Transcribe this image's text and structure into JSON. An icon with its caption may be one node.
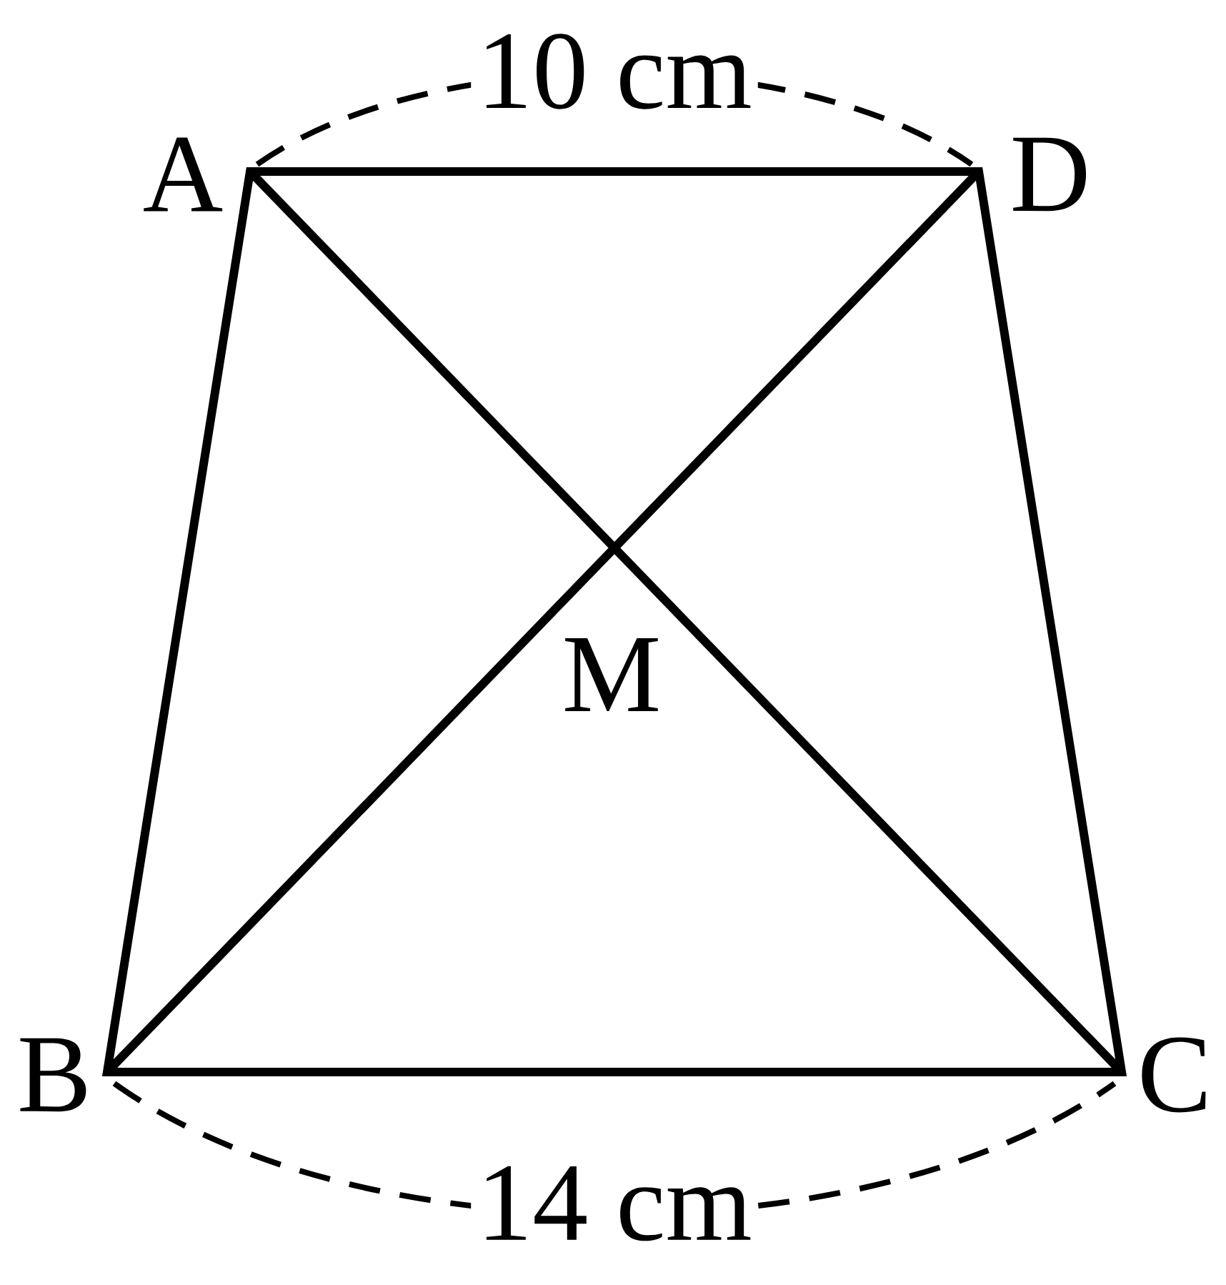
{
  "diagram": {
    "labels": [
      "10 cm",
      "A",
      "D",
      "M",
      "B",
      "C",
      "14 cm"
    ]
  }
}
